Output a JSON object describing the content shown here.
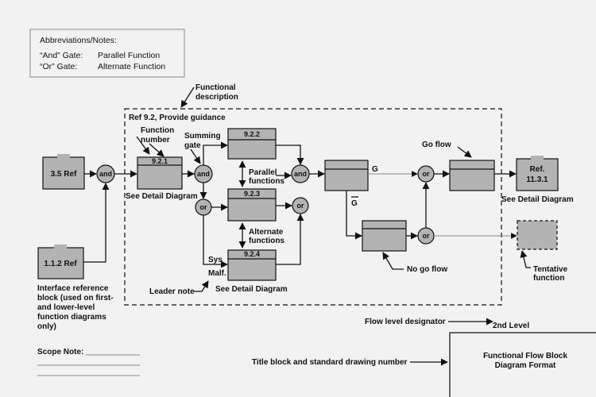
{
  "notes": {
    "title": "Abbreviations/Notes:",
    "and_label": "“And” Gate:",
    "and_value": "Parallel Function",
    "or_label": "“Or” Gate:",
    "or_value": "Alternate Function"
  },
  "functional_description": [
    "Functional",
    "description"
  ],
  "boundary_label": "Ref 9.2, Provide guidance",
  "ref_blocks": {
    "ref_3_5": "3.5 Ref",
    "ref_1_1_2": "1.1.2 Ref",
    "ref_11_3_1": [
      "Ref.",
      "11.3.1"
    ]
  },
  "function_blocks": {
    "f_9_2_1": "9.2.1",
    "f_9_2_2": "9.2.2",
    "f_9_2_3": "9.2.3",
    "f_9_2_4": "9.2.4"
  },
  "gates": {
    "and": "and",
    "or": "or"
  },
  "labels": {
    "function_number": [
      "Function",
      "number"
    ],
    "summing_gate": [
      "Summing",
      "gate"
    ],
    "see_detail": "See Detail Diagram",
    "parallel_functions": [
      "Parallel",
      "functions"
    ],
    "alternate_functions": [
      "Alternate",
      "functions"
    ],
    "sys_malf": [
      "Sys",
      "Malf."
    ],
    "leader_note": "Leader note",
    "go_flow": "Go flow",
    "g": "G",
    "g_bar": "G",
    "no_go_flow": "No go flow",
    "tentative_function": [
      "Tentative",
      "function"
    ],
    "interface_reference": [
      "Interface reference",
      "block (used on first-",
      "and lower-level",
      "function diagrams",
      "only)"
    ],
    "flow_level_designator": "Flow level designator",
    "second_level": "2nd Level",
    "scope_note": "Scope Note:",
    "title_block_note": "Title block and standard drawing number",
    "title_block": [
      "Functional Flow Block",
      "Diagram Format"
    ]
  }
}
